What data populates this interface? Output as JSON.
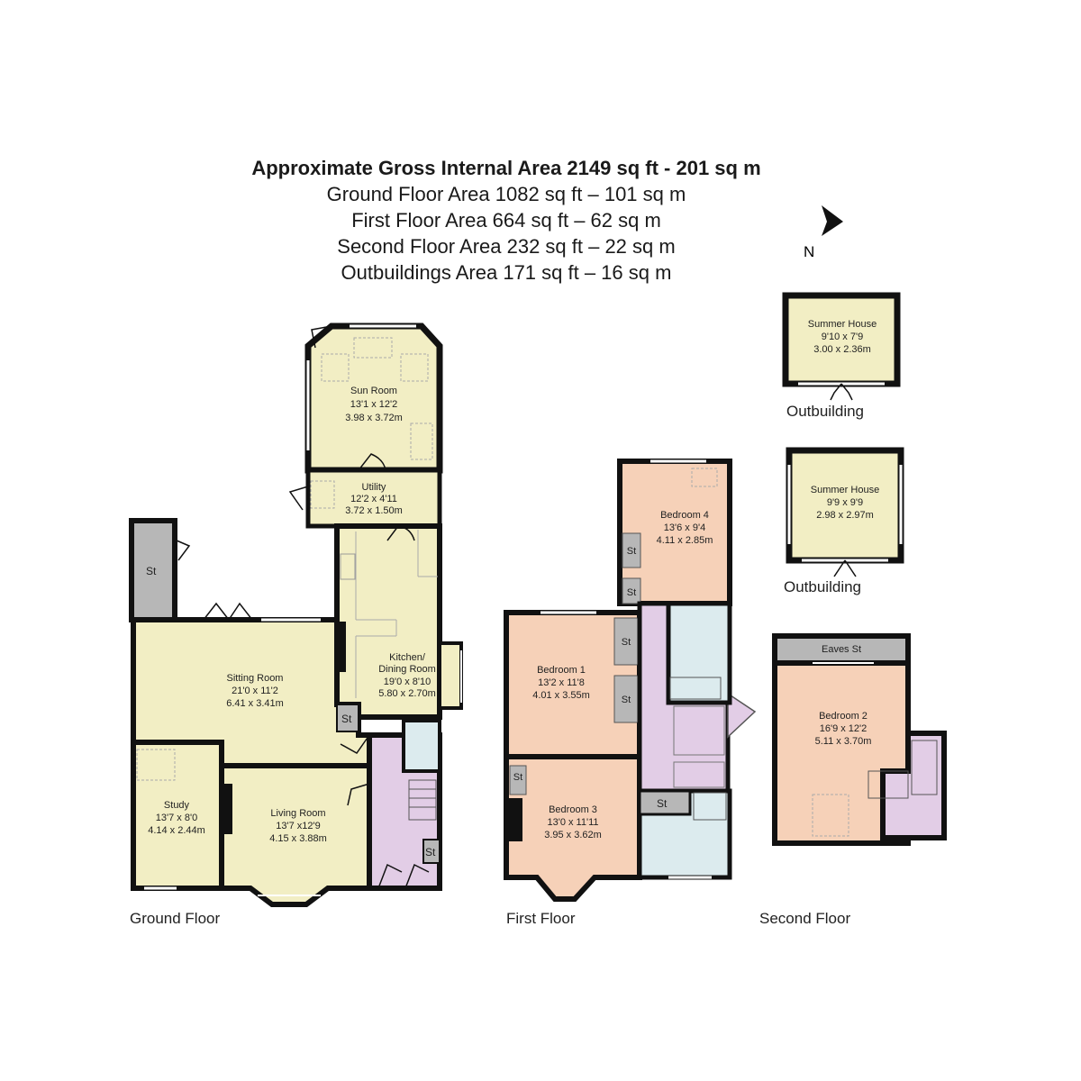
{
  "header": {
    "total": "Approximate Gross Internal Area 2149 sq ft - 201 sq m",
    "ground": "Ground Floor Area 1082 sq ft – 101 sq m",
    "first": "First Floor Area 664 sq ft – 62 sq m",
    "second": "Second Floor Area 232 sq ft – 22 sq m",
    "outbuildings": "Outbuildings Area 171 sq ft – 16 sq m"
  },
  "compass": {
    "label": "N"
  },
  "floors": {
    "ground": "Ground Floor",
    "first": "First Floor",
    "second": "Second Floor"
  },
  "outbuilding_label": "Outbuilding",
  "store_label": "St",
  "colors": {
    "living": "#f2eec4",
    "bedroom": "#f6d1b8",
    "hall": "#e2cde6",
    "wet": "#dcebee",
    "store": "#b7b7b7",
    "wall": "#111111"
  },
  "rooms": {
    "sun_room": {
      "name": "Sun Room",
      "imperial": "13'1 x 12'2",
      "metric": "3.98 x 3.72m"
    },
    "utility": {
      "name": "Utility",
      "imperial": "12'2 x 4'11",
      "metric": "3.72 x 1.50m"
    },
    "kitchen": {
      "name1": "Kitchen/",
      "name2": "Dining Room",
      "imperial": "19'0 x 8'10",
      "metric": "5.80 x 2.70m"
    },
    "sitting": {
      "name": "Sitting Room",
      "imperial": "21'0 x 11'2",
      "metric": "6.41 x 3.41m"
    },
    "study": {
      "name": "Study",
      "imperial": "13'7 x 8'0",
      "metric": "4.14 x 2.44m"
    },
    "living": {
      "name": "Living Room",
      "imperial": "13'7 x12'9",
      "metric": "4.15 x 3.88m"
    },
    "bedroom1": {
      "name": "Bedroom 1",
      "imperial": "13'2 x 11'8",
      "metric": "4.01 x 3.55m"
    },
    "bedroom3": {
      "name": "Bedroom 3",
      "imperial": "13'0 x 11'11",
      "metric": "3.95 x 3.62m"
    },
    "bedroom4": {
      "name": "Bedroom 4",
      "imperial": "13'6 x 9'4",
      "metric": "4.11 x 2.85m"
    },
    "bedroom2": {
      "name": "Bedroom 2",
      "imperial": "16'9 x 12'2",
      "metric": "5.11 x 3.70m"
    },
    "eaves": {
      "name": "Eaves St"
    },
    "summer1": {
      "name": "Summer House",
      "imperial": "9'10 x 7'9",
      "metric": "3.00 x 2.36m"
    },
    "summer2": {
      "name": "Summer House",
      "imperial": "9'9 x 9'9",
      "metric": "2.98 x 2.97m"
    }
  }
}
